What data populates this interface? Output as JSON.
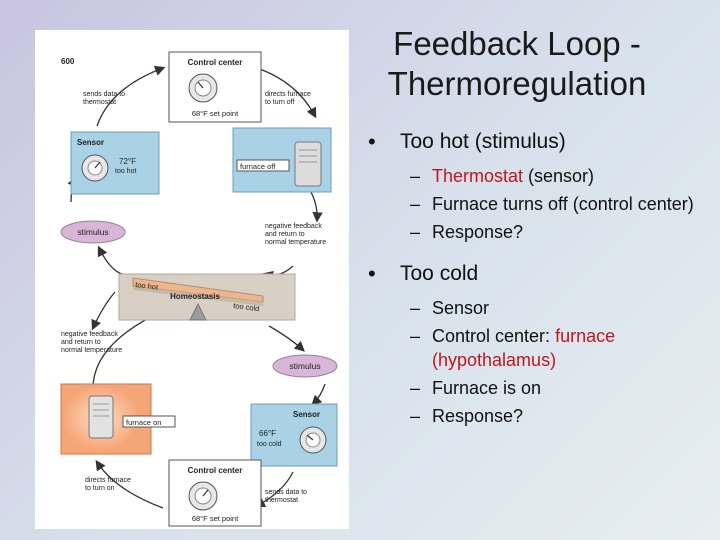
{
  "title": {
    "line1": "Feedback Loop -",
    "line2": "Thermoregulation"
  },
  "bullets": [
    {
      "text": "Too hot (stimulus)",
      "subs": [
        {
          "parts": [
            {
              "text": "Thermostat",
              "red": true
            },
            {
              "text": " (sensor)",
              "red": false
            }
          ]
        },
        {
          "parts": [
            {
              "text": "Furnace turns off (control center)",
              "red": false
            }
          ]
        },
        {
          "parts": [
            {
              "text": "Response?",
              "red": false
            }
          ]
        }
      ]
    },
    {
      "text": "Too cold",
      "subs": [
        {
          "parts": [
            {
              "text": "Sensor",
              "red": false
            }
          ]
        },
        {
          "parts": [
            {
              "text": "Control center: ",
              "red": false
            },
            {
              "text": "furnace (hypothalamus)",
              "red": true
            }
          ]
        },
        {
          "parts": [
            {
              "text": "Furnace is on",
              "red": false
            }
          ]
        },
        {
          "parts": [
            {
              "text": "Response?",
              "red": false
            }
          ]
        }
      ]
    }
  ],
  "diagram": {
    "page_number": "600",
    "control_center_label": "Control center",
    "control_center_setpoint": "68°F set point",
    "sensor_label": "Sensor",
    "top_sensor_temp": "72°F",
    "top_sensor_status": "too hot",
    "bottom_sensor_temp": "66°F",
    "bottom_sensor_status": "too cold",
    "furnace_off_label": "furnace off",
    "furnace_on_label": "furnace on",
    "stimulus_label": "stimulus",
    "homeostasis_label": "Homeostasis",
    "too_hot_label": "too hot",
    "too_cold_label": "too cold",
    "sends_data_top": [
      "sends data to",
      "thermostat"
    ],
    "directs_off": [
      "directs furnace",
      "to turn off"
    ],
    "neg_feedback_top": [
      "negative feedback",
      "and return to",
      "normal temperature"
    ],
    "neg_feedback_bottom": [
      "negative feedback",
      "and return to",
      "normal temperature"
    ],
    "sends_data_bottom": [
      "sends data to",
      "thermostat"
    ],
    "directs_on": [
      "directs furnace",
      "to turn on"
    ],
    "colors": {
      "blue_box": "#a9d2e6",
      "orange_box": "#f5a679",
      "stimulus": "#d7b6d7",
      "balance": "#c8b9a4"
    }
  }
}
